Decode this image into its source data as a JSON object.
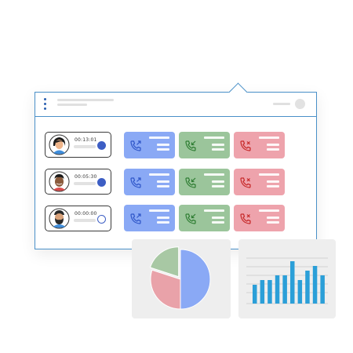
{
  "colors": {
    "accent": "#4a90c8",
    "outgoing": "#8aa9f5",
    "incoming": "#9bc59b",
    "missed": "#eea3ac",
    "outgoing_icon": "#2f56c8",
    "incoming_icon": "#2e7d32",
    "missed_icon": "#c62828",
    "bar_fill": "#2b9fd8"
  },
  "agents": [
    {
      "time": "00:13:01",
      "status": "active",
      "avatar": "woman-avatar-icon"
    },
    {
      "time": "00:05:30",
      "status": "active",
      "avatar": "man-avatar-icon"
    },
    {
      "time": "00:00:00",
      "status": "idle",
      "avatar": "bearded-man-avatar-icon"
    }
  ],
  "call_tiles": [
    {
      "kind": "outgoing",
      "icon": "phone-outgoing-icon"
    },
    {
      "kind": "incoming",
      "icon": "phone-incoming-icon"
    },
    {
      "kind": "missed",
      "icon": "phone-missed-icon"
    }
  ],
  "chart_data": [
    {
      "type": "pie",
      "values": [
        50,
        30,
        20
      ],
      "colors": [
        "#8aa9f5",
        "#e9a2a9",
        "#a8c8a4"
      ]
    },
    {
      "type": "bar",
      "values": [
        4,
        5,
        5,
        6,
        6,
        9,
        5,
        7,
        8,
        6
      ],
      "ylim": [
        0,
        10
      ],
      "grid": true,
      "colors": [
        "#2b9fd8"
      ]
    }
  ]
}
